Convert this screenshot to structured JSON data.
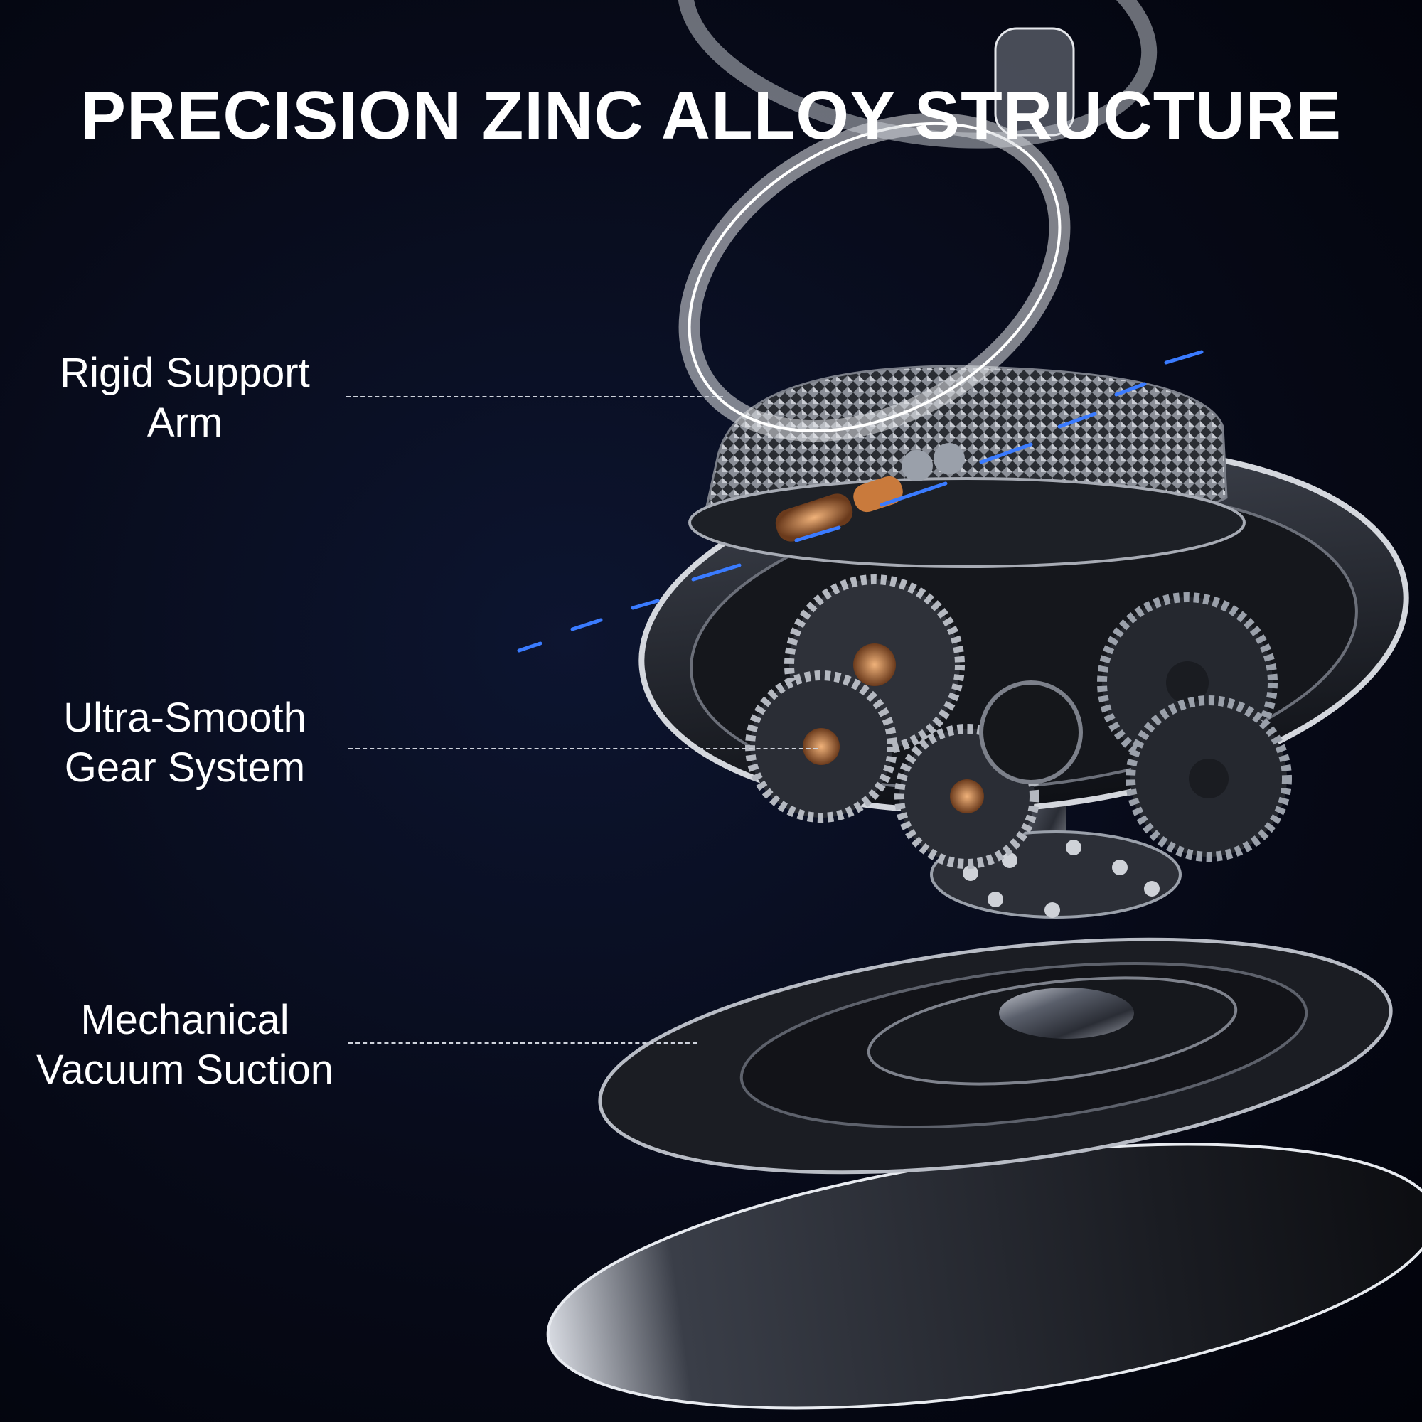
{
  "title": "PRECISION ZINC ALLOY STRUCTURE",
  "callouts": [
    {
      "line1": "Rigid Support",
      "line2": "Arm"
    },
    {
      "line1": "Ultra-Smooth",
      "line2": "Gear System"
    },
    {
      "line1": "Mechanical",
      "line2": "Vacuum Suction"
    }
  ],
  "colors": {
    "background": "#05070f",
    "accent_glow": "#2f6bff",
    "text": "#ffffff"
  }
}
